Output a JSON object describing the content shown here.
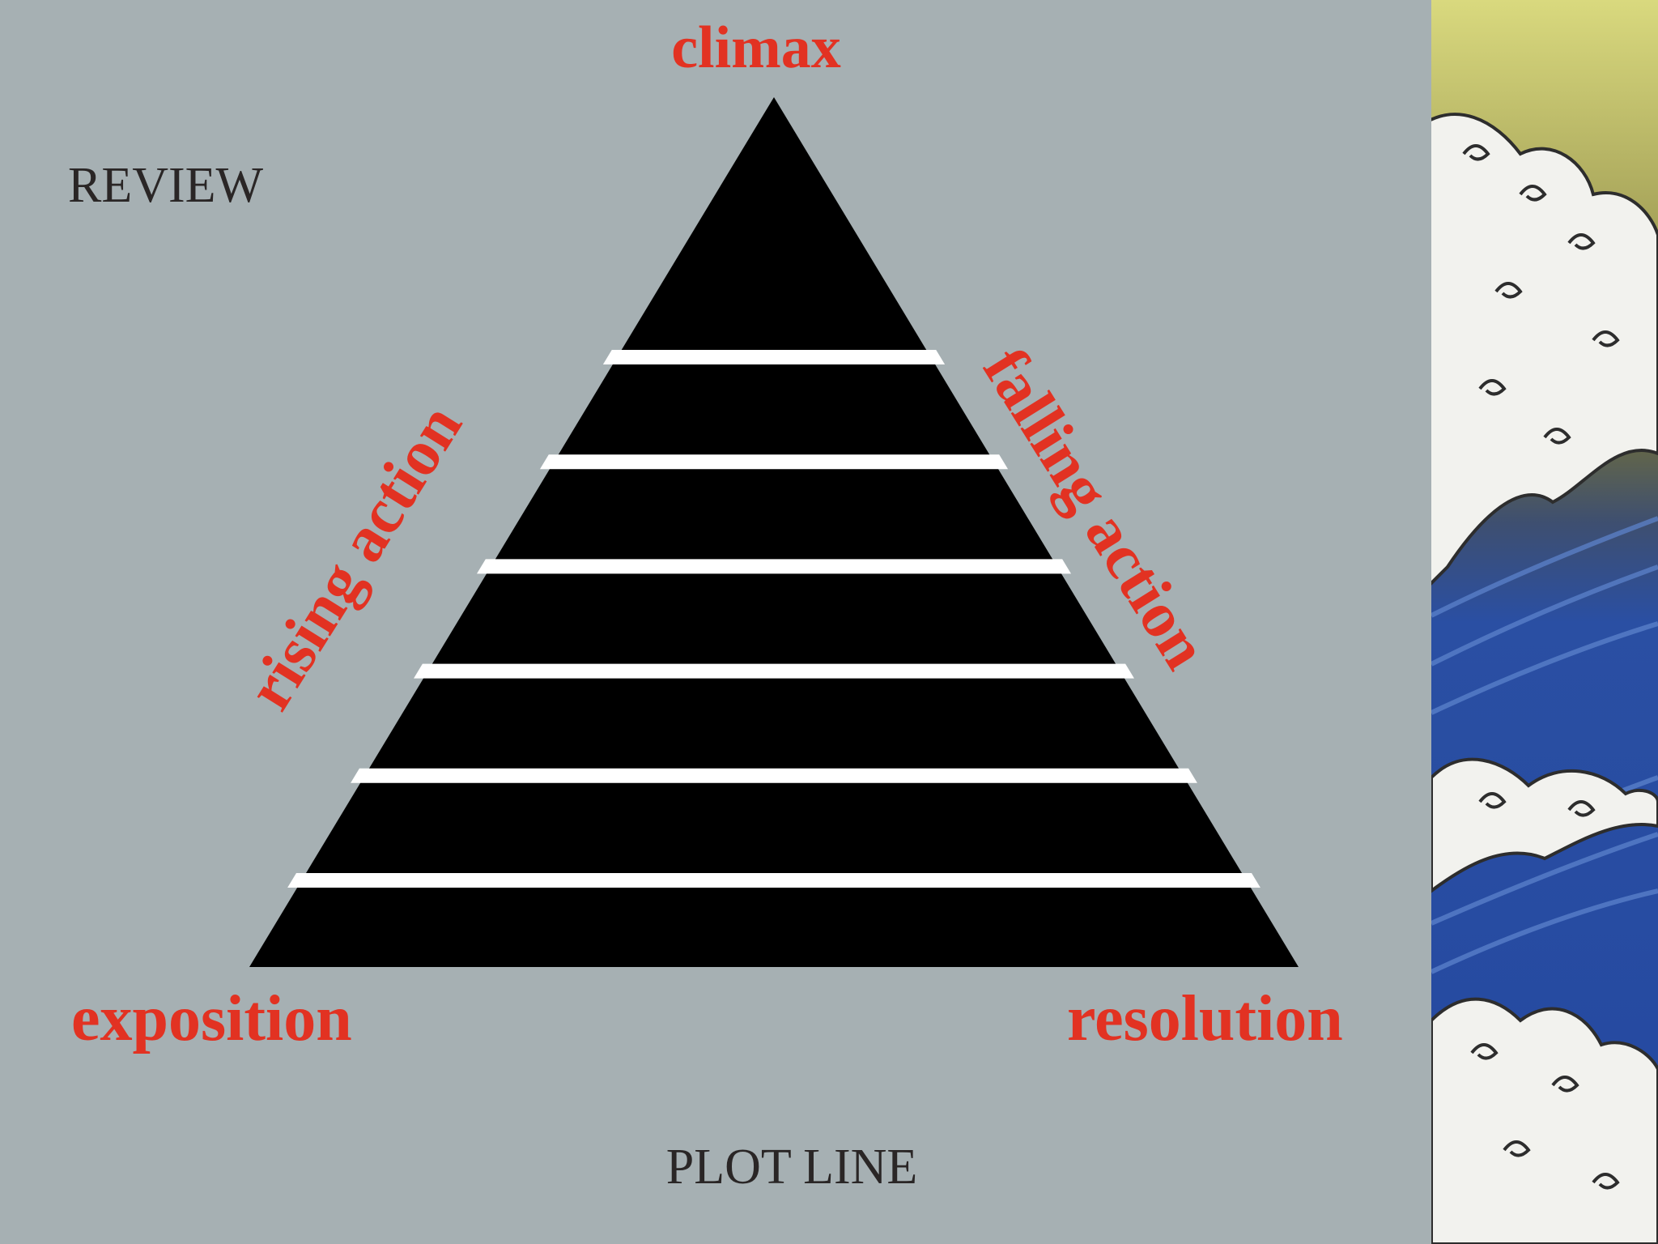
{
  "slide": {
    "heading": "REVIEW",
    "footer": "PLOT LINE",
    "background_color": "#a6b0b3",
    "accent_color": "#e23222",
    "text_color": "#2a2626"
  },
  "diagram": {
    "type": "plot-pyramid",
    "stages": {
      "peak": "climax",
      "left_side": "rising action",
      "right_side": "falling action",
      "base_left": "exposition",
      "base_right": "resolution"
    },
    "pyramid_bands": 7,
    "pyramid_color": "#000000",
    "band_separator_color": "#ffffff"
  },
  "decoration": {
    "right_panel": "great-wave-artwork"
  }
}
